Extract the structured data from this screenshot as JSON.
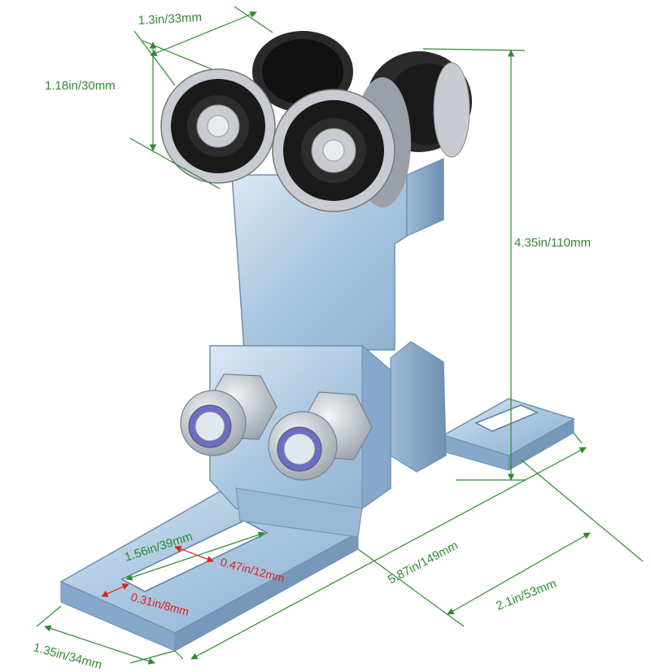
{
  "colors": {
    "dimension_green": "#2e8b2e",
    "dimension_red": "#e02020",
    "steel_blue": "#a9c6e0",
    "steel_dark": "#7f9fc0",
    "bearing_black": "#1a1a1a",
    "bearing_silver": "#c8ccd2"
  },
  "dimensions": {
    "wheel_width": "1.3in/33mm",
    "wheel_diameter": "1.18in/30mm",
    "total_height": "4.35in/110mm",
    "slot_length": "1.56in/39mm",
    "slot_spacing": "0.47in/12mm",
    "slot_width": "0.31in/8mm",
    "base_length": "5.87in/149mm",
    "base_width": "2.1in/53mm",
    "foot_width": "1.35in/34mm"
  },
  "icons": {
    "bearing": "bearing-wheel-icon",
    "nut": "hex-nut-icon",
    "arrow": "dimension-arrow-icon"
  }
}
